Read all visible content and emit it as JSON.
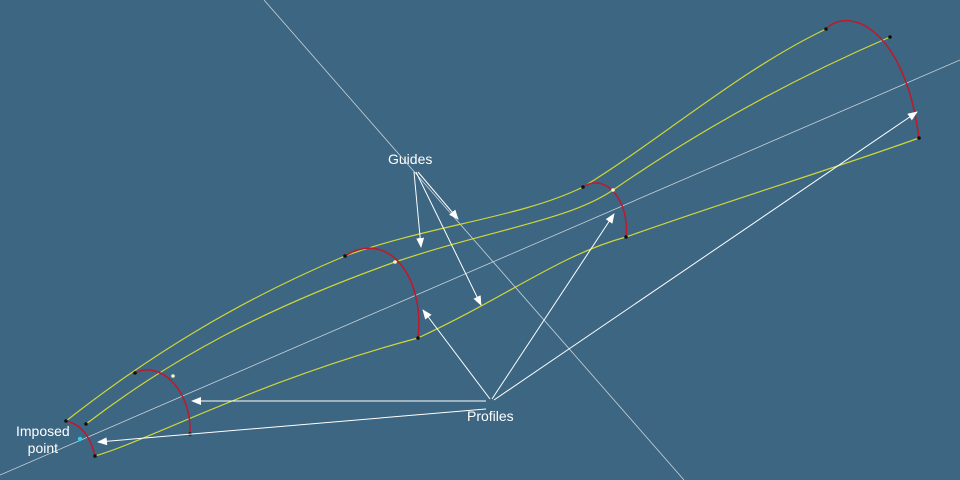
{
  "labels": {
    "guides": "Guides",
    "profiles": "Profiles",
    "imposed_line1": "Imposed",
    "imposed_line2": "point"
  },
  "colors": {
    "background": "#3c6681",
    "axis_lines": "#c9d3db",
    "guide_curves": "#cfd63a",
    "profile_arcs": "#c0182c",
    "annotation_arrows": "#ffffff",
    "imposed_point": "#29d3ef",
    "endpoints": "#111111"
  }
}
